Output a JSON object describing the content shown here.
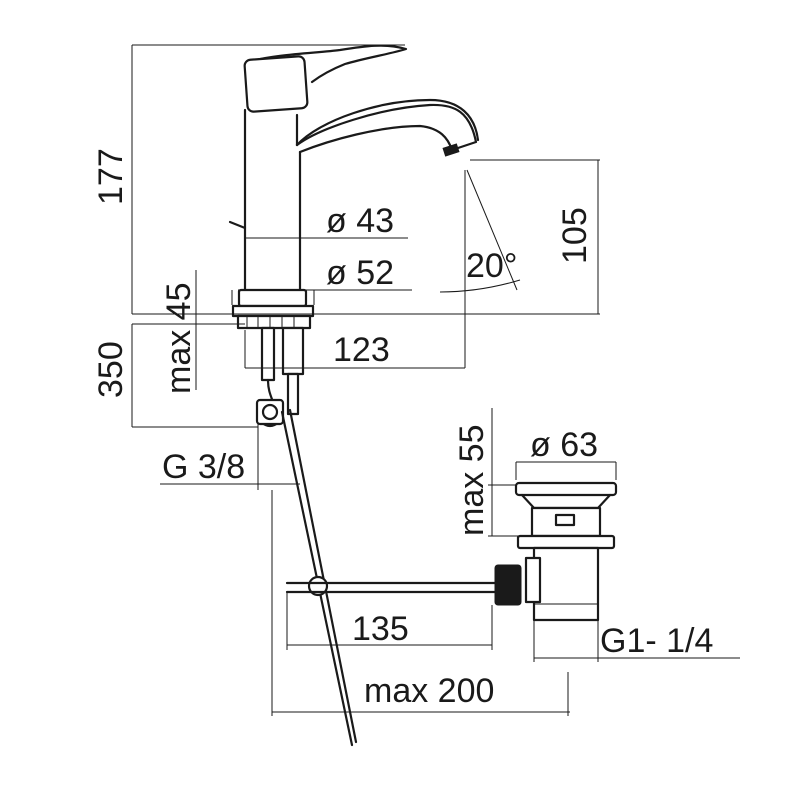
{
  "dimensions": {
    "faucet_height": "177",
    "aerator_height": "105",
    "body_diameter": "ø 43",
    "base_diameter": "ø 52",
    "spout_angle": "20°",
    "counter_thickness": "max 45",
    "hose_length": "350",
    "spout_reach": "123",
    "hose_thread": "G 3/8",
    "drain_diameter": "ø 63",
    "drain_height": "max 55",
    "rod_length": "135",
    "drain_thread": "G1- 1/4",
    "max_reach": "max 200"
  }
}
